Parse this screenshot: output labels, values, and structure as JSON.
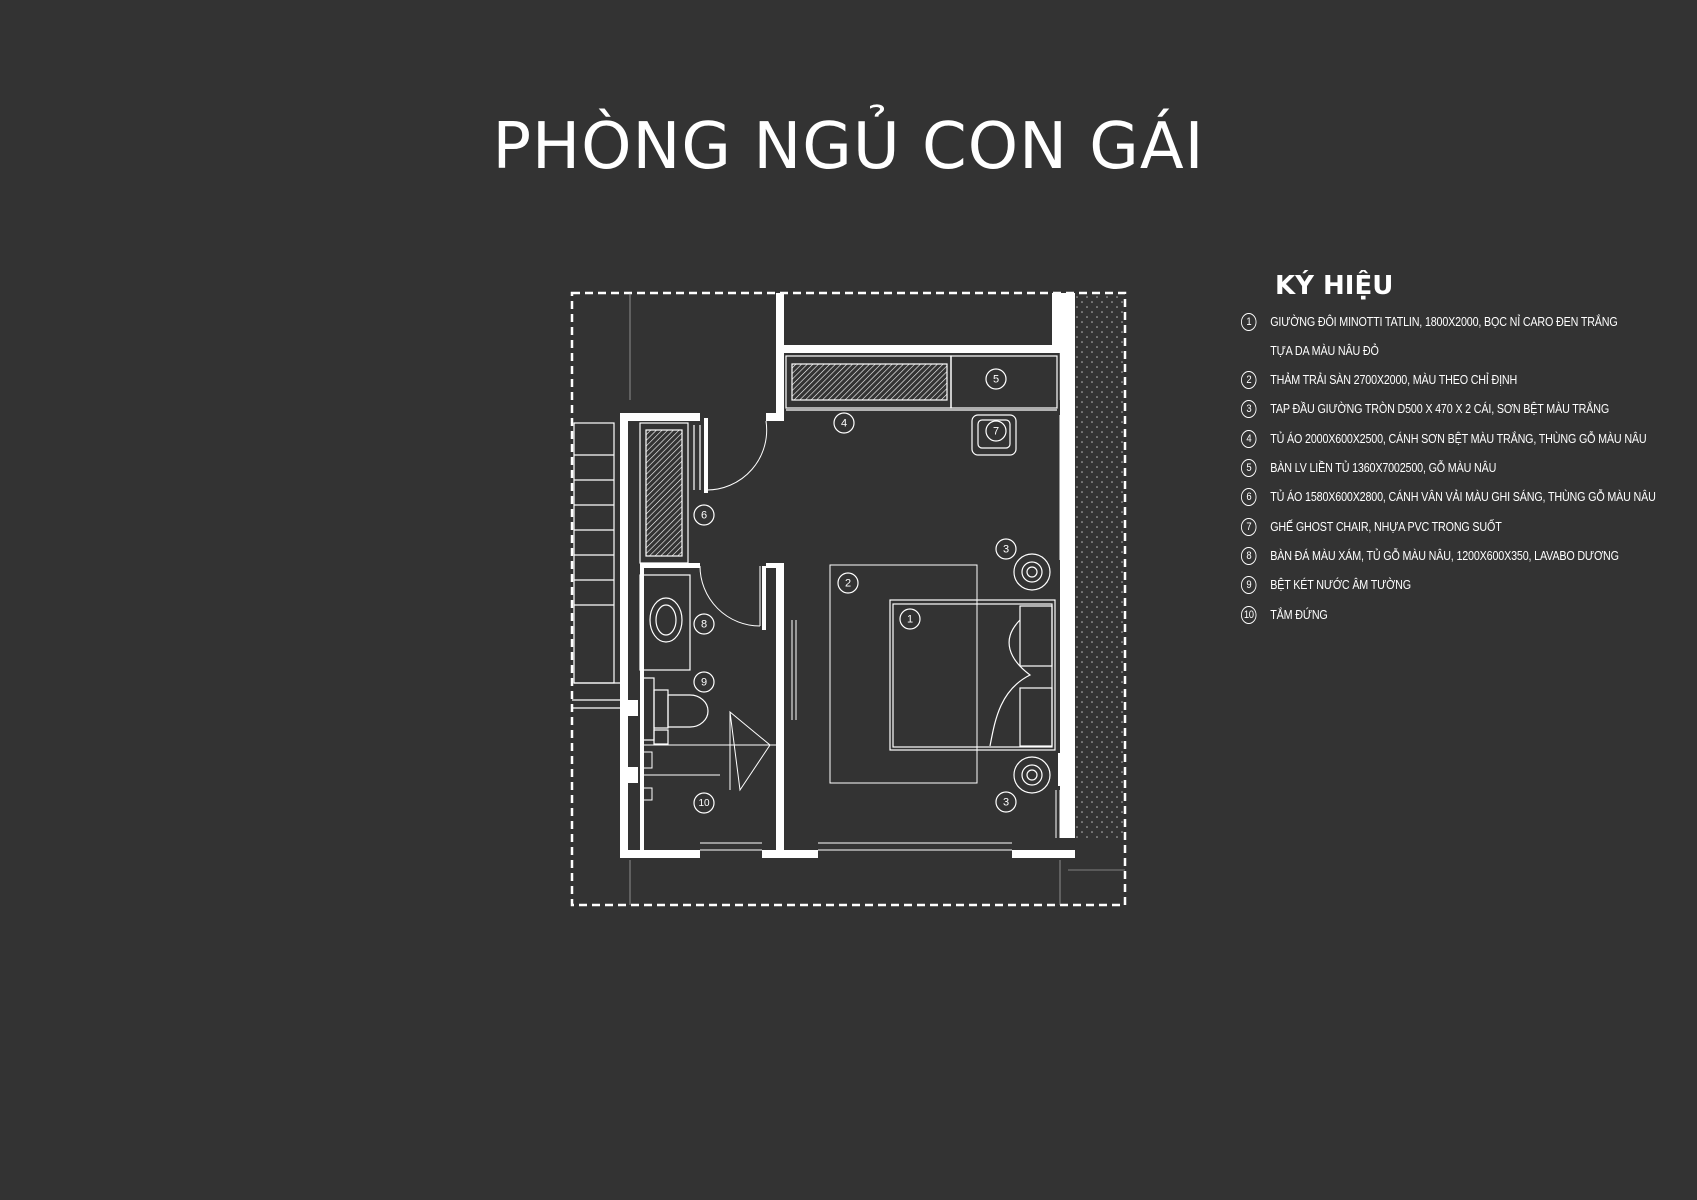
{
  "title": "PHÒNG NGỦ CON GÁI",
  "legend": {
    "title": "KÝ HIỆU",
    "items": [
      {
        "num": "1",
        "text": "GIƯỜNG ĐÔI MINOTTI TATLIN, 1800X2000, BỌC NỈ CARO ĐEN TRẮNG"
      },
      {
        "num": "",
        "text": "TỰA DA MÀU NÂU ĐỎ"
      },
      {
        "num": "2",
        "text": "THẢM TRẢI SÀN 2700X2000, MÀU THEO CHỈ ĐỊNH"
      },
      {
        "num": "3",
        "text": "TAP ĐẦU GIƯỜNG TRÒN D500 X 470 X 2 CÁI, SƠN BỆT MÀU TRẮNG"
      },
      {
        "num": "4",
        "text": "TỦ ÁO  2000X600X2500, CÁNH SƠN BỆT MÀU TRẮNG, THÙNG GỖ MÀU NÂU"
      },
      {
        "num": "5",
        "text": "BÀN LV LIỀN TỦ 1360X7002500, GỖ MÀU NÂU"
      },
      {
        "num": "6",
        "text": "TỦ ÁO  1580X600X2800, CÁNH VÂN VẢI MÀU GHI SÁNG, THÙNG GỖ MÀU NÂU"
      },
      {
        "num": "7",
        "text": "GHẾ GHOST CHAIR, NHỰA PVC TRONG SUỐT"
      },
      {
        "num": "8",
        "text": "BÀN ĐÁ MÀU XÁM, TỦ GỖ MÀU NÂU, 1200X600X350, LAVABO DƯƠNG"
      },
      {
        "num": "9",
        "text": "BỆT KÉT NƯỚC ÂM TƯỜNG"
      },
      {
        "num": "10",
        "text": "TẮM ĐỨNG"
      }
    ]
  },
  "plan": {
    "tags": [
      "1",
      "2",
      "3",
      "3",
      "4",
      "5",
      "6",
      "7",
      "8",
      "9",
      "10"
    ]
  },
  "colors": {
    "background": "#333333",
    "lines": "#ffffff"
  }
}
